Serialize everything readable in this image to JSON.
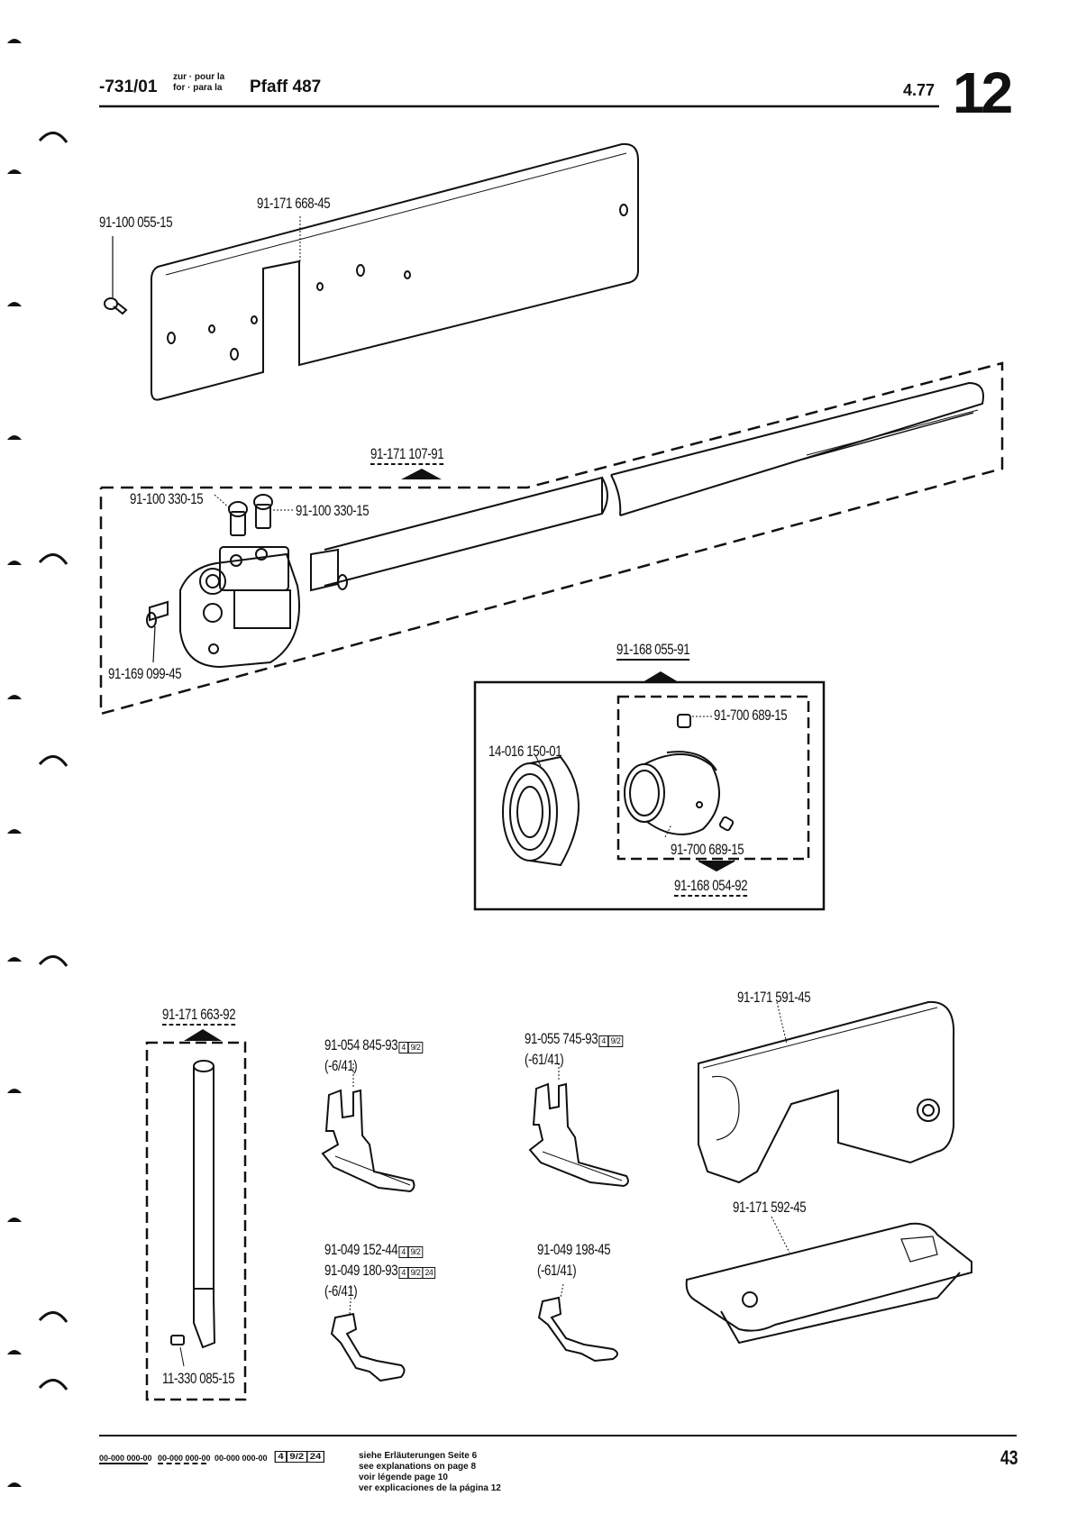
{
  "header": {
    "code": "-731/01",
    "lang_line1": "zur · pour la",
    "lang_line2": "for · para la",
    "model": "Pfaff 487",
    "date": "4.77",
    "page_group": "12"
  },
  "parts": {
    "p1": "91-100 055-15",
    "p2": "91-171 668-45",
    "p3": "91-171 107-91",
    "p4": "91-100 330-15",
    "p5": "91-100 330-15",
    "p6": "91-169 099-45",
    "p7": "91-168 055-91",
    "p8": "14-016 150-01",
    "p9": "91-700 689-15",
    "p10": "91-700 689-15",
    "p11": "91-168 054-92",
    "p12": "91-171 663-92",
    "p13": "11-330 085-15",
    "p14": "91-054 845-93",
    "p14_sub": "(-6/41)",
    "p15": "91-055 745-93",
    "p15_sub": "(-61/41)",
    "p16": "91-171 591-45",
    "p17": "91-171 592-45",
    "p18a": "91-049 152-44",
    "p18b": "91-049 180-93",
    "p18_sub": "(-6/41)",
    "p19": "91-049 198-45",
    "p19_sub": "(-61/41)"
  },
  "badges": {
    "b4": "4",
    "b92": "9/2",
    "b24": "24"
  },
  "footer": {
    "legend1": "00-000 000-00",
    "legend2": "00-000 000-00",
    "legend3": "00-000 000-00",
    "note1": "siehe Erläuterungen Seite 6",
    "note2": "see explanations on page 8",
    "note3": "voir légende page 10",
    "note4": "ver explicaciones de la página 12",
    "page_number": "43"
  }
}
